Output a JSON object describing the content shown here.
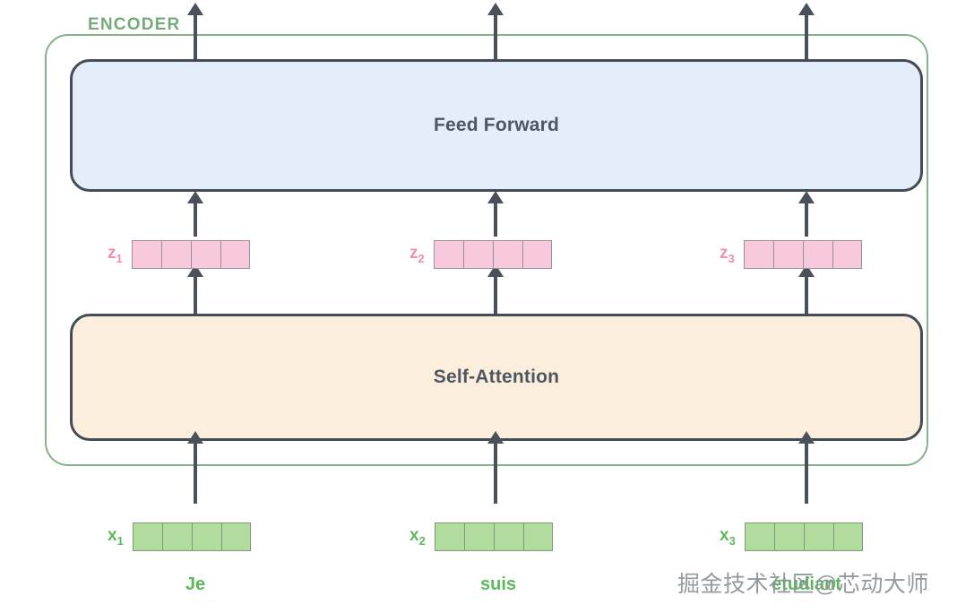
{
  "diagram": {
    "encoder_label": "ENCODER",
    "sublayers": [
      {
        "name": "feed-forward",
        "label": "Feed Forward",
        "color": "#e3eefa"
      },
      {
        "name": "self-attention",
        "label": "Self-Attention",
        "color": "#fbeedd"
      }
    ],
    "z_vectors": [
      {
        "base": "z",
        "index": "1",
        "cells": 4
      },
      {
        "base": "z",
        "index": "2",
        "cells": 4
      },
      {
        "base": "z",
        "index": "3",
        "cells": 4
      }
    ],
    "x_vectors": [
      {
        "base": "x",
        "index": "1",
        "cells": 4
      },
      {
        "base": "x",
        "index": "2",
        "cells": 4
      },
      {
        "base": "x",
        "index": "3",
        "cells": 4
      }
    ],
    "words": [
      "Je",
      "suis",
      "étudiant"
    ],
    "watermark": "掘金技术社区@芯动大师",
    "colors": {
      "encoder_border": "#86b287",
      "encoder_label": "#74ab78",
      "sublayer_border": "#444c55",
      "sublayer_text": "#4f5662",
      "feed_forward_fill": "#e3eefa",
      "self_attention_fill": "#fbeedd",
      "z_fill": "#f8c9dd",
      "z_label": "#ef8eb0",
      "x_fill": "#b2dc9e",
      "x_label": "#5cb85c",
      "arrow": "#4a515a",
      "watermark": "#8d9297"
    }
  }
}
